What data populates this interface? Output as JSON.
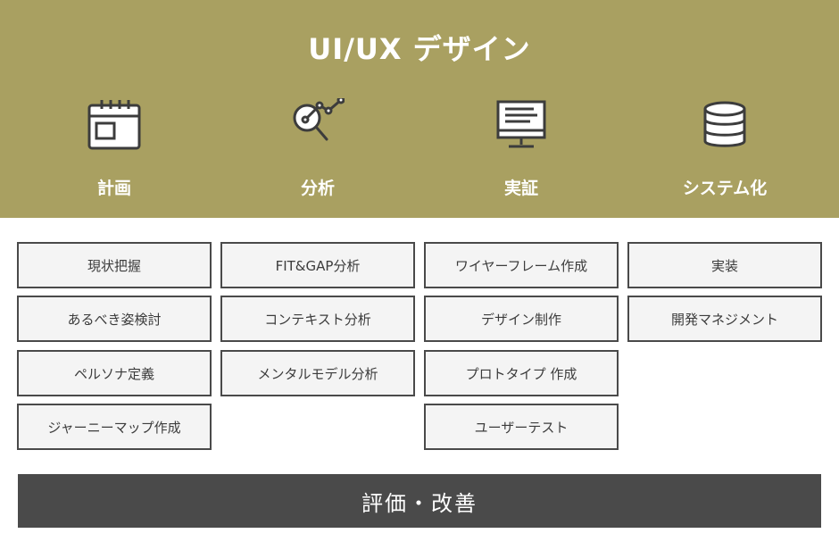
{
  "header": {
    "title": "UI/UX デザイン",
    "background_color": "#a9a061"
  },
  "phases": [
    {
      "label": "計画",
      "icon": "calendar-icon"
    },
    {
      "label": "分析",
      "icon": "magnifier-chart-icon"
    },
    {
      "label": "実証",
      "icon": "monitor-document-icon"
    },
    {
      "label": "システム化",
      "icon": "database-icon"
    }
  ],
  "columns": [
    {
      "tasks": [
        "現状把握",
        "あるべき姿検討",
        "ペルソナ定義",
        "ジャーニーマップ作成"
      ]
    },
    {
      "tasks": [
        "FIT&GAP分析",
        "コンテキスト分析",
        "メンタルモデル分析"
      ]
    },
    {
      "tasks": [
        "ワイヤーフレーム作成",
        "デザイン制作",
        "プロトタイプ 作成",
        "ユーザーテスト"
      ]
    },
    {
      "tasks": [
        "実装",
        "開発マネジメント"
      ]
    }
  ],
  "footer": {
    "label": "評価・改善",
    "background_color": "#4a4a4a"
  }
}
